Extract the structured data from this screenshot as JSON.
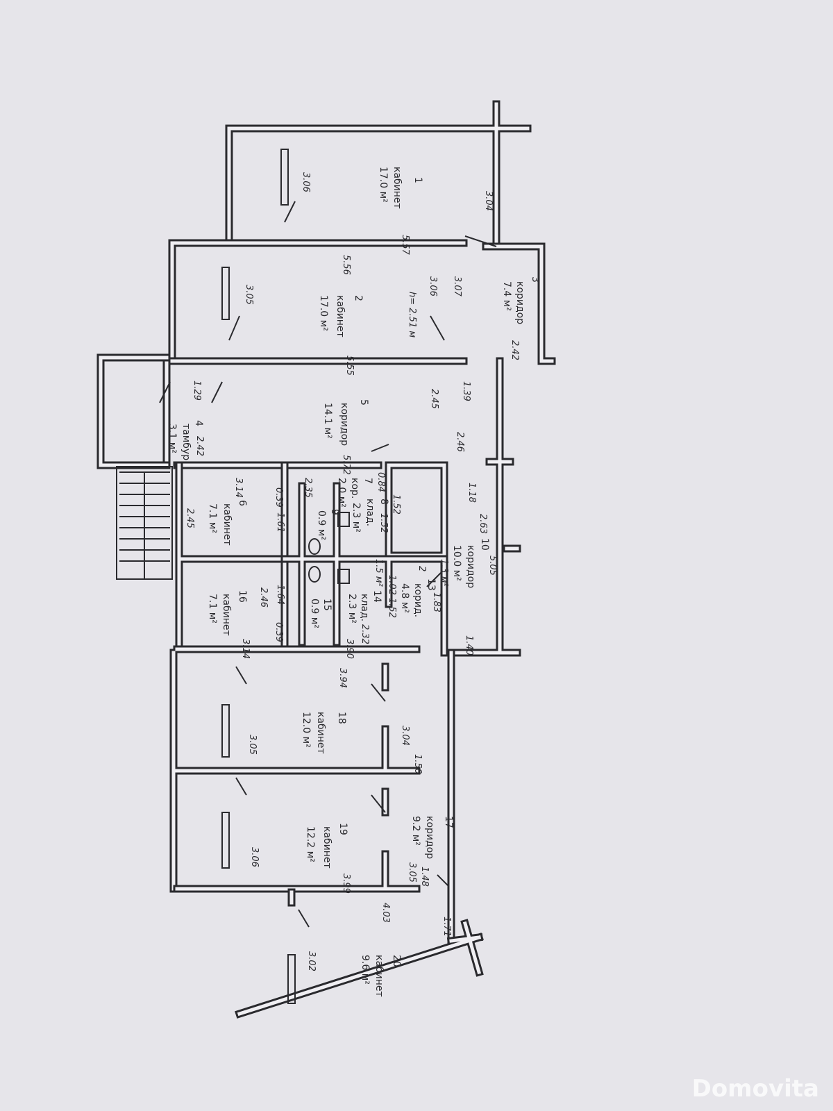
{
  "plan": {
    "height_note": "h= 2.51 м",
    "rooms": [
      {
        "num": "1",
        "name": "кабинет",
        "area": "17.0 м²"
      },
      {
        "num": "2",
        "name": "кабинет",
        "area": "17.0 м²"
      },
      {
        "num": "3",
        "name": "коридор",
        "area": "7.4 м²"
      },
      {
        "num": "4",
        "name": "тамбур",
        "area": "3.1 м²"
      },
      {
        "num": "5",
        "name": "коридор",
        "area": "14.1 м²"
      },
      {
        "num": "6",
        "name": "кабинет",
        "area": "7.1 м²"
      },
      {
        "num": "7",
        "name": "кор.",
        "area": "2.0 м²"
      },
      {
        "num": "8",
        "name": "клад.",
        "area": "2.3 м²"
      },
      {
        "num": "9",
        "name": "",
        "area": "0.9 м²"
      },
      {
        "num": "10",
        "name": "коридор",
        "area": "10.0 м²"
      },
      {
        "num": "13",
        "name": "корид.",
        "area": "4.8 м²"
      },
      {
        "num": "14",
        "name": "клад.",
        "area": "2.3 м²"
      },
      {
        "num": "15",
        "name": "",
        "area": "0.9 м²"
      },
      {
        "num": "16",
        "name": "кабинет",
        "area": "7.1 м²"
      },
      {
        "num": "17",
        "name": "коридор",
        "area": "9.2 м²"
      },
      {
        "num": "18",
        "name": "кабинет",
        "area": "12.0 м²"
      },
      {
        "num": "19",
        "name": "кабинет",
        "area": "12.2 м²"
      },
      {
        "num": "20",
        "name": "кабинет",
        "area": "9.6 м²"
      }
    ],
    "dimensions": [
      "3.06",
      "3.04",
      "5.57",
      "5.56",
      "3.05",
      "3.06",
      "3.07",
      "2.42",
      "5.55",
      "1.29",
      "2.45",
      "1.39",
      "2.42",
      "5.72",
      "2.46",
      "3.14",
      "2.35",
      "0.39",
      "0.84",
      "1.61",
      "1.52",
      "1.52",
      "2.45",
      "2.63",
      "1.18",
      "5.05",
      "1.64",
      "2.46",
      "0.39",
      "3.14",
      "3.90",
      "2.32",
      "1.83",
      "1.40",
      "1.02",
      "1.52",
      "3.94",
      "3.05",
      "3.04",
      "1.50",
      "3.06",
      "3.05",
      "3.99",
      "1.48",
      "4.03",
      "1.71",
      "3.02",
      "1.5 м²",
      "2",
      "1.3 м²"
    ]
  },
  "watermark": "Domovita"
}
